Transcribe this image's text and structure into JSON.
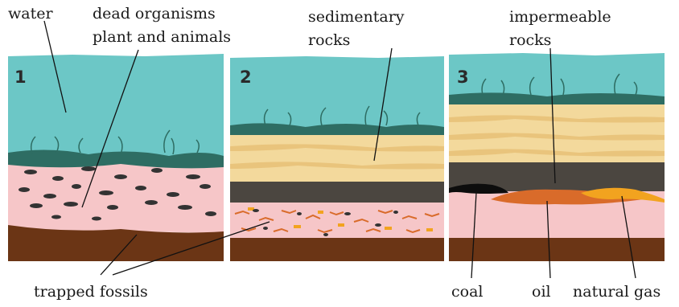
{
  "colors": {
    "water": "#6cc7c6",
    "seabed": "#2e6d63",
    "pink": "#f6c6c8",
    "brown": "#6b3515",
    "sand": "#f3d99c",
    "sand_dark": "#e9c47c",
    "dark_rock": "#4b4640",
    "coal": "#0d0d0d",
    "oil": "#d96b2a",
    "gas": "#f2a31f"
  },
  "panels": [
    {
      "number": "1"
    },
    {
      "number": "2"
    },
    {
      "number": "3"
    }
  ],
  "labels": {
    "water": "water",
    "dead_organisms_line1": "dead organisms",
    "dead_organisms_line2": "plant and animals",
    "sedimentary_line1": "sedimentary",
    "sedimentary_line2": "rocks",
    "impermeable_line1": "impermeable",
    "impermeable_line2": "rocks",
    "trapped_fossils": "trapped fossils",
    "coal": "coal",
    "oil": "oil",
    "natural_gas": "natural gas"
  }
}
